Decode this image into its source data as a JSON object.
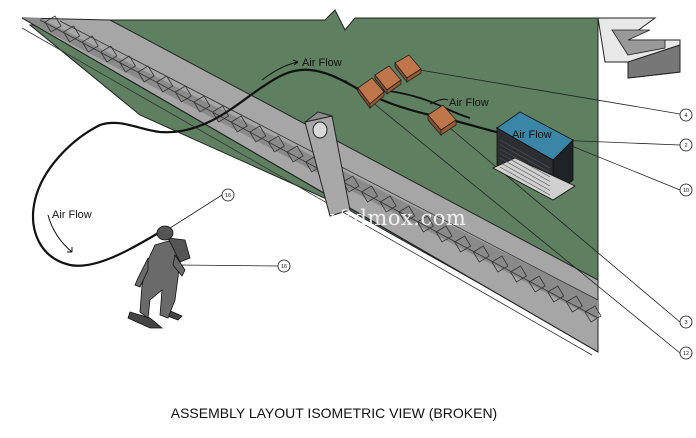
{
  "labels": {
    "airflow_1": "Air Flow",
    "airflow_2": "Air Flow",
    "airflow_3": "Air Flow",
    "airflow_4": "Air Flow"
  },
  "callouts": [
    "4",
    "2",
    "10",
    "3",
    "12",
    "16",
    "16"
  ],
  "watermark": "莫西网www.3dmox.com",
  "caption": "ASSEMBLY LAYOUT ISOMETRIC VIEW (BROKEN)",
  "colors": {
    "deck": "#5f7f61",
    "steel": "#9c9c9c",
    "steel_dark": "#6e6e6e",
    "filter_box": "#c0764a",
    "unit_top": "#3a86a8",
    "unit_body": "#2b2f33",
    "suit": "#6a6a6a"
  }
}
